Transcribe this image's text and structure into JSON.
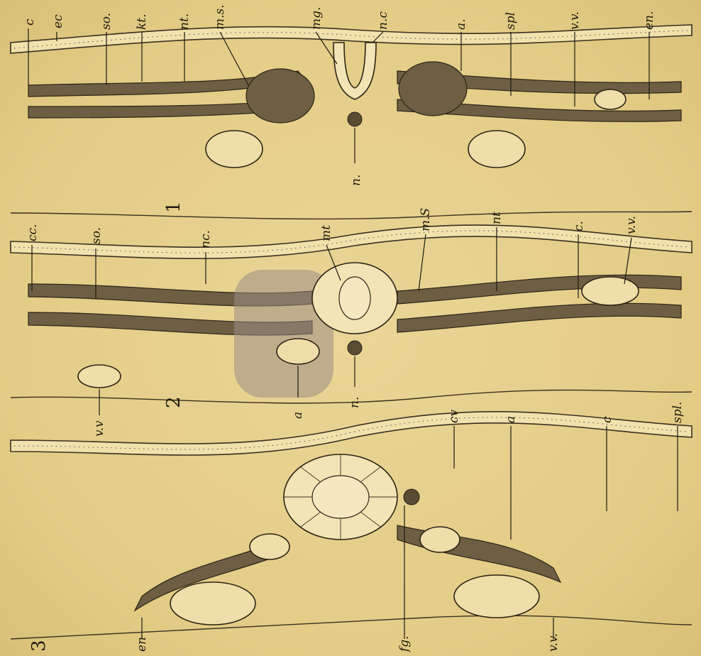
{
  "figures": [
    {
      "number": "1",
      "labels": [
        "c",
        "ec",
        "so.",
        "kt.",
        "nt.",
        "m.s.",
        "mg.",
        "n.c",
        "a.",
        "spl",
        "v.v.",
        "en.",
        "n."
      ]
    },
    {
      "number": "2",
      "labels": [
        "cc.",
        "so.",
        "nc.",
        "mt",
        "m.S",
        "nt",
        "c.",
        "v.v.",
        "a",
        "n.",
        "v.v"
      ]
    },
    {
      "number": "3",
      "labels": [
        "cv",
        "a",
        "c",
        "spl.",
        "v.v.",
        "fg.",
        "en"
      ]
    }
  ]
}
